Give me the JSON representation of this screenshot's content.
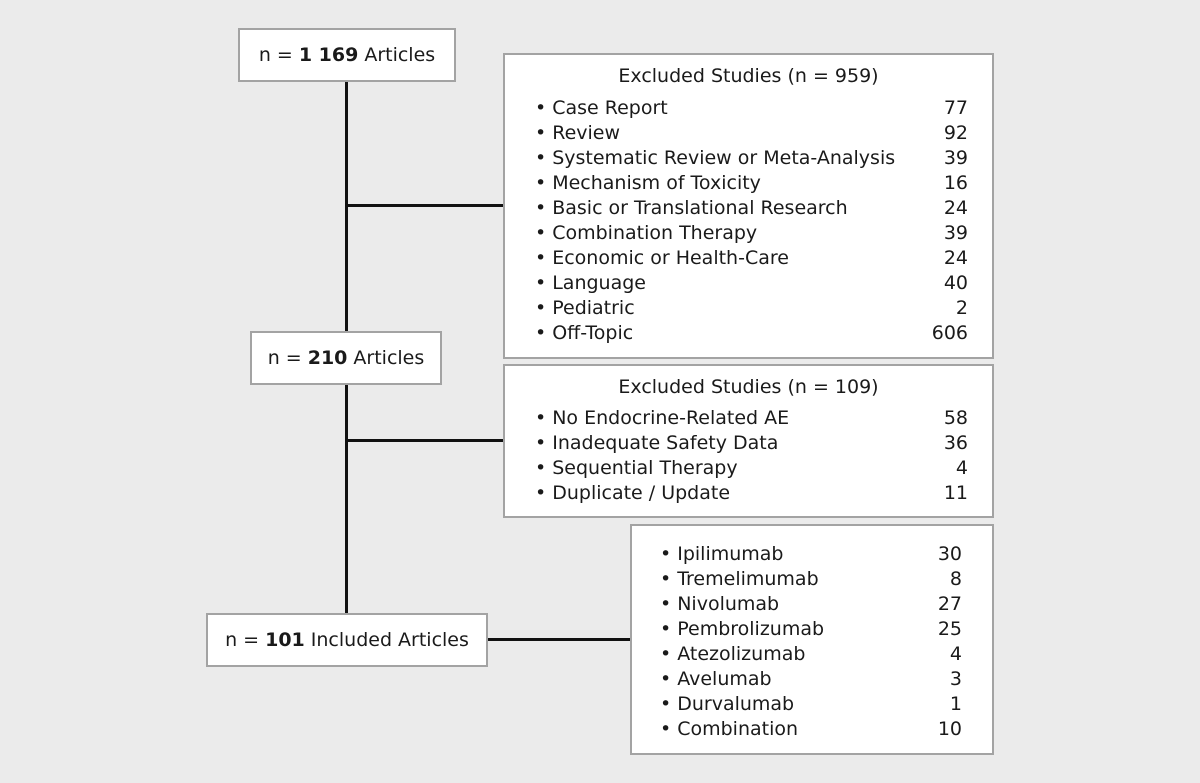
{
  "diagram": {
    "top_node": {
      "prefix": "n =",
      "count": "1 169",
      "suffix": "Articles"
    },
    "mid_node": {
      "prefix": "n =",
      "count": "210",
      "suffix": "Articles"
    },
    "bottom_node": {
      "prefix": "n =",
      "count": "101",
      "suffix": "Included Articles"
    },
    "exclusion_1": {
      "title": "Excluded Studies (n = 959)",
      "items": [
        {
          "label": "Case Report",
          "value": "77"
        },
        {
          "label": "Review",
          "value": "92"
        },
        {
          "label": "Systematic Review or Meta-Analysis",
          "value": "39"
        },
        {
          "label": "Mechanism of Toxicity",
          "value": "16"
        },
        {
          "label": "Basic or Translational Research",
          "value": "24"
        },
        {
          "label": "Combination Therapy",
          "value": "39"
        },
        {
          "label": "Economic or Health-Care",
          "value": "24"
        },
        {
          "label": "Language",
          "value": "40"
        },
        {
          "label": "Pediatric",
          "value": "2"
        },
        {
          "label": "Off-Topic",
          "value": "606"
        }
      ]
    },
    "exclusion_2": {
      "title": "Excluded Studies (n = 109)",
      "items": [
        {
          "label": "No Endocrine-Related AE",
          "value": "58"
        },
        {
          "label": "Inadequate Safety Data",
          "value": "36"
        },
        {
          "label": "Sequential Therapy",
          "value": "4"
        },
        {
          "label": "Duplicate / Update",
          "value": "11"
        }
      ]
    },
    "included_breakdown": {
      "items": [
        {
          "label": "Ipilimumab",
          "value": "30"
        },
        {
          "label": "Tremelimumab",
          "value": "8"
        },
        {
          "label": "Nivolumab",
          "value": "27"
        },
        {
          "label": "Pembrolizumab",
          "value": "25"
        },
        {
          "label": "Atezolizumab",
          "value": "4"
        },
        {
          "label": "Avelumab",
          "value": "3"
        },
        {
          "label": "Durvalumab",
          "value": "1"
        },
        {
          "label": "Combination",
          "value": "10"
        }
      ]
    }
  }
}
